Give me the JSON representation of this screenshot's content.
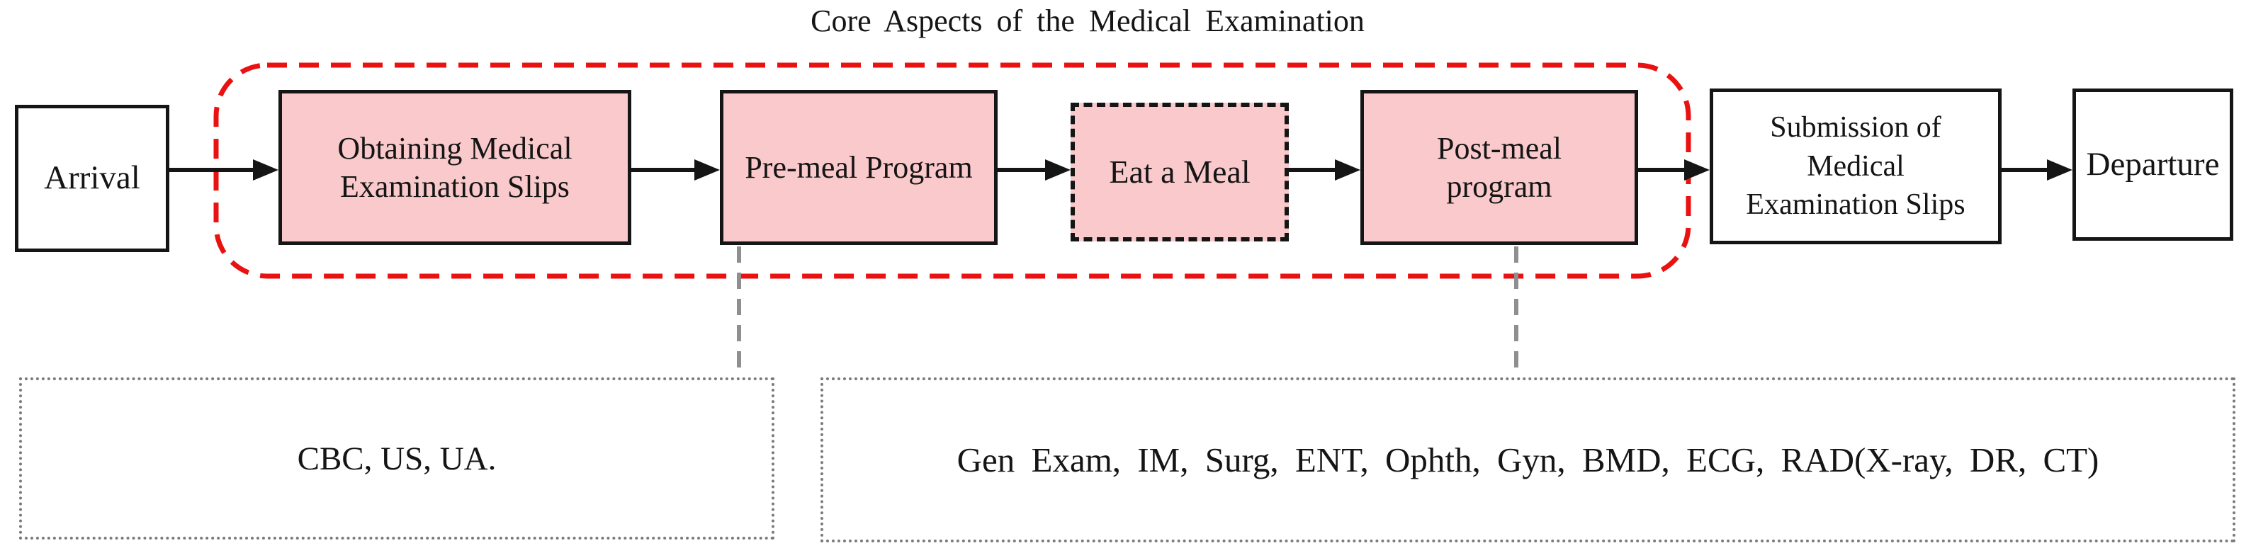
{
  "title": "Core Aspects of the Medical Examination",
  "colors": {
    "node_fill_pink": "#f9c9cb",
    "core_outline_red": "#ea1111",
    "connector_gray": "#8f8f8f",
    "detail_border_gray": "#7a7a7a",
    "node_border_black": "#151515"
  },
  "flow": {
    "nodes": [
      {
        "id": "arrival",
        "label": "Arrival"
      },
      {
        "id": "obtaining-medical-examination-slips",
        "label": "Obtaining Medical\nExamination Slips"
      },
      {
        "id": "pre-meal-program",
        "label": "Pre-meal Program"
      },
      {
        "id": "eat-a-meal",
        "label": "Eat a Meal"
      },
      {
        "id": "post-meal-program",
        "label": "Post-meal\nprogram"
      },
      {
        "id": "submission-of-medical-examination-slips",
        "label": "Submission of\nMedical\nExamination Slips"
      },
      {
        "id": "departure",
        "label": "Departure"
      }
    ]
  },
  "details": {
    "pre_meal_items": "CBC, US, UA.",
    "post_meal_items": "Gen Exam, IM, Surg, ENT, Ophth, Gyn, BMD, ECG, RAD(X-ray, DR, CT)"
  }
}
